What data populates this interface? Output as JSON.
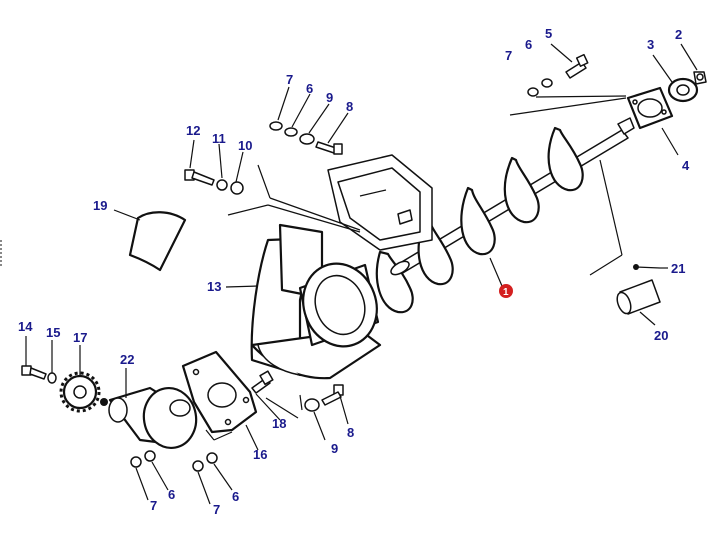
{
  "callouts": {
    "c1": "1",
    "c2": "2",
    "c3": "3",
    "c4": "4",
    "c5": "5",
    "c6a": "6",
    "c7a": "7",
    "c7b": "7",
    "c6b": "6",
    "c9a": "9",
    "c8a": "8",
    "c12": "12",
    "c11": "11",
    "c10": "10",
    "c19": "19",
    "c13": "13",
    "c21": "21",
    "c20": "20",
    "c14": "14",
    "c15": "15",
    "c17": "17",
    "c22": "22",
    "c18": "18",
    "c16": "16",
    "c9b": "9",
    "c8b": "8",
    "c7c": "7",
    "c6c": "6",
    "c7d": "7",
    "c6d": "6"
  },
  "colors": {
    "label": "#1a1a8c",
    "badge": "#d42020",
    "line": "#111111"
  }
}
